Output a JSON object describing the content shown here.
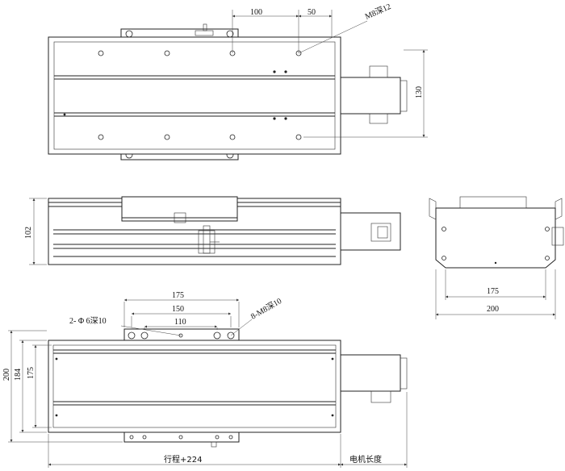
{
  "labels": {
    "top_dim_100": "100",
    "top_dim_50": "50",
    "top_callout": "M8深12",
    "top_dim_130": "130",
    "side_dim_102": "102",
    "end_dim_175": "175",
    "end_dim_200": "200",
    "bottom_dim_175": "175",
    "bottom_dim_150": "150",
    "bottom_dim_110": "110",
    "callout_pin": "2- Φ 6深10",
    "callout_thread": "8-M8深10",
    "height_200": "200",
    "height_184": "184",
    "height_175": "175",
    "stroke_label": "行程+224",
    "motor_label": "电机长度"
  }
}
